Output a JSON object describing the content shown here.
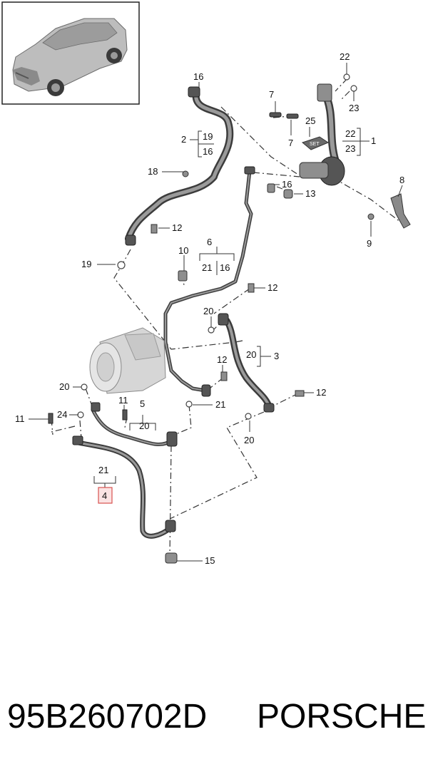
{
  "callouts": {
    "n1": "1",
    "n2": "2",
    "n3": "3",
    "n4": "4",
    "n5": "5",
    "n6": "6",
    "n7a": "7",
    "n7b": "7",
    "n8": "8",
    "n9": "9",
    "n10": "10",
    "n11a": "11",
    "n11b": "11",
    "n12a": "12",
    "n12b": "12",
    "n12c": "12",
    "n12d": "12",
    "n13": "13",
    "n15": "15",
    "n16a": "16",
    "n16b": "16",
    "n16c": "16",
    "n16d": "16",
    "n18": "18",
    "n19a": "19",
    "n19b": "19",
    "n20a": "20",
    "n20b": "20",
    "n20c": "20",
    "n20d": "20",
    "n20e": "20",
    "n21a": "21",
    "n21b": "21",
    "n21c": "21",
    "n22a": "22",
    "n22b": "22",
    "n23a": "23",
    "n23b": "23",
    "n24": "24",
    "n25": "25"
  },
  "highlighted_part": "4",
  "set_label": "SET",
  "footer": {
    "part_number": "95B260702D",
    "brand": "PORSCHE"
  },
  "colors": {
    "highlight_fill": "#fbe3e3",
    "highlight_stroke": "#d8524f"
  }
}
